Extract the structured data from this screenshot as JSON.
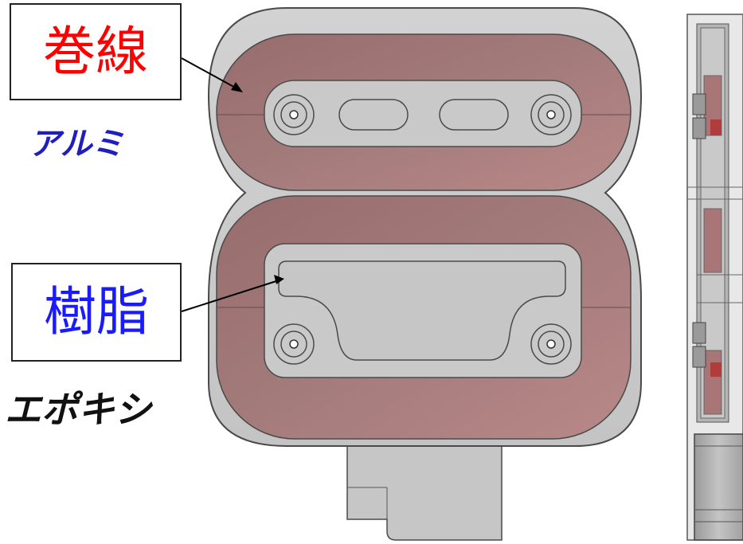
{
  "labels": {
    "coil": {
      "text": "巻線",
      "color": "#ff0000",
      "material": "アルミ",
      "material_color": "#1f1fbf"
    },
    "resin": {
      "text": "樹脂",
      "color": "#1a1aff",
      "material": "エポキシ",
      "material_color": "#111111"
    }
  },
  "colors": {
    "coil_fill": "#a77878",
    "body_fill": "#c9c9c9",
    "edge": "#4a4a4a",
    "side_view": "#a8a8a8",
    "coil_highlight": "#b06464"
  }
}
